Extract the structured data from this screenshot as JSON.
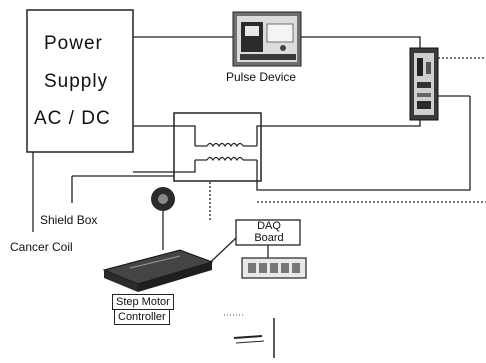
{
  "power_supply": {
    "line1": "Power",
    "line2": "Supply",
    "line3": "AC / DC"
  },
  "pulse_device": {
    "label": "Pulse Device"
  },
  "shield_box": {
    "label": "Shield Box"
  },
  "cancer_coil": {
    "label": "Cancer Coil"
  },
  "daq_board": {
    "line1": "DAQ",
    "line2": "Board"
  },
  "step_motor_controller": {
    "line1": "Step Motor",
    "line2": "Controller"
  },
  "colors": {
    "line": "#222222",
    "device_dark": "#2b2b2b",
    "device_mid": "#7a7a7a",
    "background": "#ffffff"
  }
}
